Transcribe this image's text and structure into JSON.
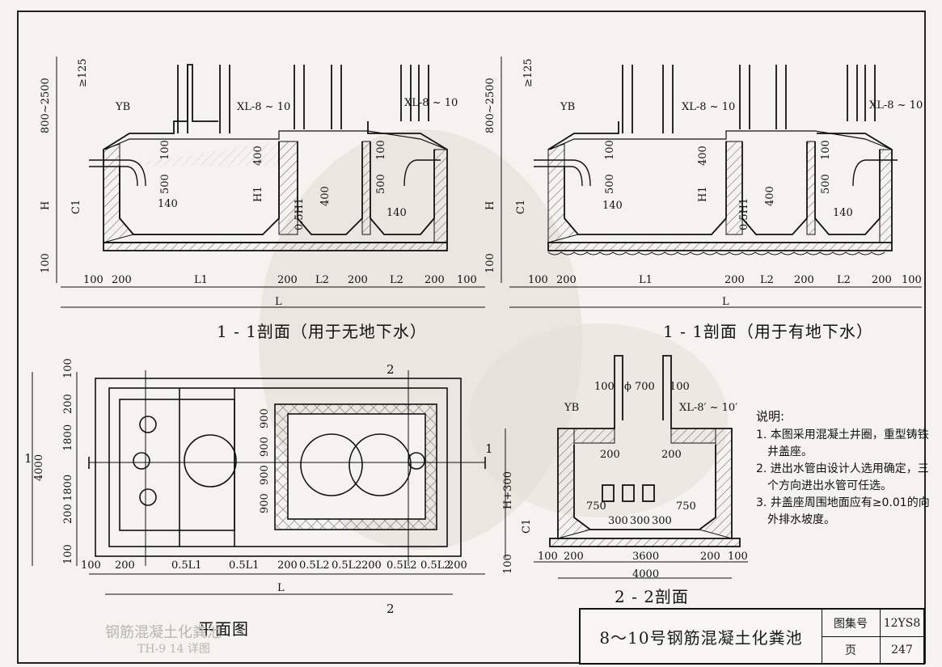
{
  "sections": {
    "left_section": {
      "title": "1 - 1剖面（用于无地下水）",
      "labels": {
        "yb": "YB",
        "xl1": "XL-8 ~ 10",
        "xl2": "XL-8 ~ 10"
      },
      "dims_vertical": [
        "≥125",
        "800~2500",
        "H",
        "C1",
        "100"
      ],
      "dims_inner": [
        "100",
        "500",
        "140",
        "400",
        "H1",
        "400",
        "0.5H1",
        "100",
        "500",
        "140"
      ],
      "dims_bottom": [
        "100",
        "200",
        "L1",
        "200",
        "L2",
        "200",
        "L2",
        "200",
        "100"
      ],
      "total": "L"
    },
    "right_section": {
      "title": "1 - 1剖面（用于有地下水）",
      "labels": {
        "yb": "YB",
        "xl1": "XL-8 ~ 10",
        "xl2": "XL-8 ~ 10"
      },
      "dims_vertical": [
        "≥125",
        "800~2500",
        "H",
        "C1",
        "100"
      ],
      "dims_inner": [
        "100",
        "500",
        "140",
        "400",
        "H1",
        "400",
        "0.5H1",
        "100",
        "500",
        "140"
      ],
      "dims_bottom": [
        "100",
        "200",
        "L1",
        "200",
        "L2",
        "200",
        "L2",
        "200",
        "100"
      ],
      "total": "L"
    },
    "plan": {
      "title": "平面图",
      "dims_left": [
        "100",
        "200",
        "1800",
        "4000",
        "1800",
        "200",
        "100"
      ],
      "dims_inner": [
        "900",
        "900",
        "900",
        "900"
      ],
      "dims_bottom": [
        "100",
        "200",
        "0.5L1",
        "0.5L1",
        "200",
        "0.5L2",
        "0.5L2",
        "200",
        "0.5L2",
        "0.5L2",
        "200"
      ],
      "total": "L",
      "cut_labels": [
        "1",
        "1",
        "2",
        "2"
      ]
    },
    "section22": {
      "title": "2 - 2剖面",
      "labels": {
        "yb": "YB",
        "xl": "XL-8′ ~ 10′",
        "dia": "ϕ 700"
      },
      "dims_top": [
        "100",
        "100"
      ],
      "dims_inner": [
        "200",
        "200",
        "750",
        "750",
        "300",
        "300",
        "300"
      ],
      "dims_vertical": [
        "H+300",
        "C1",
        "100"
      ],
      "dims_bottom": [
        "100",
        "200",
        "3600",
        "200",
        "100"
      ],
      "total": "4000"
    }
  },
  "notes": {
    "heading": "说明:",
    "items": [
      "1. 本图采用混凝土井圈，重型铸铁井盖座。",
      "2. 进出水管由设计人选用确定，三个方向进出水管可任选。",
      "3. 井盖座周围地面应有≥0.01的向外排水坡度。"
    ]
  },
  "title_block": {
    "name": "8～10号钢筋混凝土化粪池",
    "atlas_label": "图集号",
    "atlas_value": "12YS8",
    "page_label": "页",
    "page_value": "247"
  },
  "ghost_text": {
    "left": "钢筋混凝土化粪池",
    "sub": "TH-9 14 详图"
  }
}
